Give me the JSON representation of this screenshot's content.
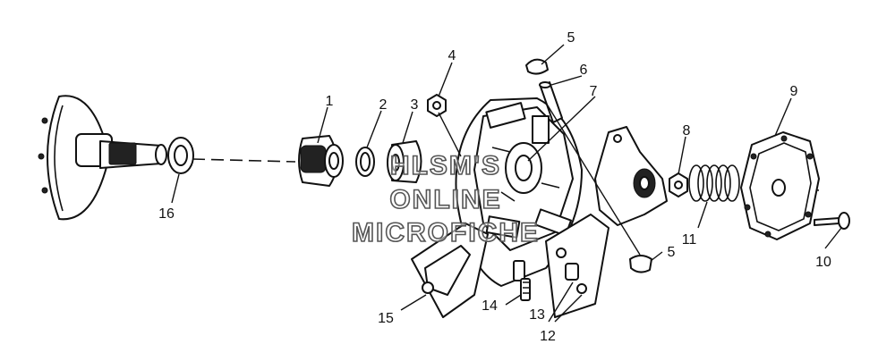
{
  "watermark": {
    "line1": "HLSM'S",
    "line2": "ONLINE",
    "line3": "MICROFICHE"
  },
  "callouts": [
    {
      "id": "1",
      "label": "1"
    },
    {
      "id": "2",
      "label": "2"
    },
    {
      "id": "3",
      "label": "3"
    },
    {
      "id": "4",
      "label": "4"
    },
    {
      "id": "5a",
      "label": "5"
    },
    {
      "id": "5b",
      "label": "5"
    },
    {
      "id": "6",
      "label": "6"
    },
    {
      "id": "7",
      "label": "7"
    },
    {
      "id": "8",
      "label": "8"
    },
    {
      "id": "9",
      "label": "9"
    },
    {
      "id": "10",
      "label": "10"
    },
    {
      "id": "11",
      "label": "11"
    },
    {
      "id": "12",
      "label": "12"
    },
    {
      "id": "13",
      "label": "13"
    },
    {
      "id": "14",
      "label": "14"
    },
    {
      "id": "15",
      "label": "15"
    },
    {
      "id": "16",
      "label": "16"
    }
  ]
}
